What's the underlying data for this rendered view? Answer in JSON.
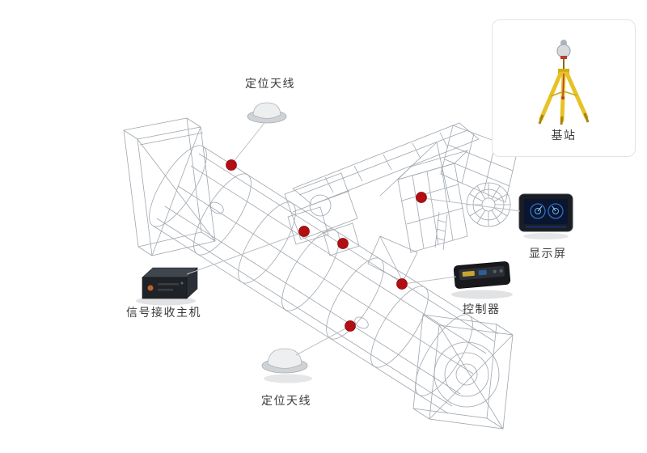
{
  "diagram": {
    "description": "wireframe tank-container machine with GNSS positioning system callouts",
    "callouts": [
      {
        "id": "antenna-top",
        "label": "定位天线",
        "device": "gnss-antenna-disc"
      },
      {
        "id": "receiver",
        "label": "信号接收主机",
        "device": "signal-receiver-host-box"
      },
      {
        "id": "antenna-bottom",
        "label": "定位天线",
        "device": "gnss-antenna-disc"
      },
      {
        "id": "display",
        "label": "显示屏",
        "device": "dashboard-display-screen"
      },
      {
        "id": "controller",
        "label": "控制器",
        "device": "controller-handheld-box"
      },
      {
        "id": "base-station",
        "label": "基站",
        "device": "surveying-tripod"
      }
    ],
    "marker_count": 6,
    "colors": {
      "marker_red": "#b30e12",
      "wireframe_gray": "#9aa2aa",
      "connector_gray": "#bcc1c6",
      "tripod_yellow": "#e6c226",
      "label_text": "#3a3a3a",
      "panel_border": "#e3e4e6",
      "screen_blue": "#2d6fc4"
    }
  }
}
